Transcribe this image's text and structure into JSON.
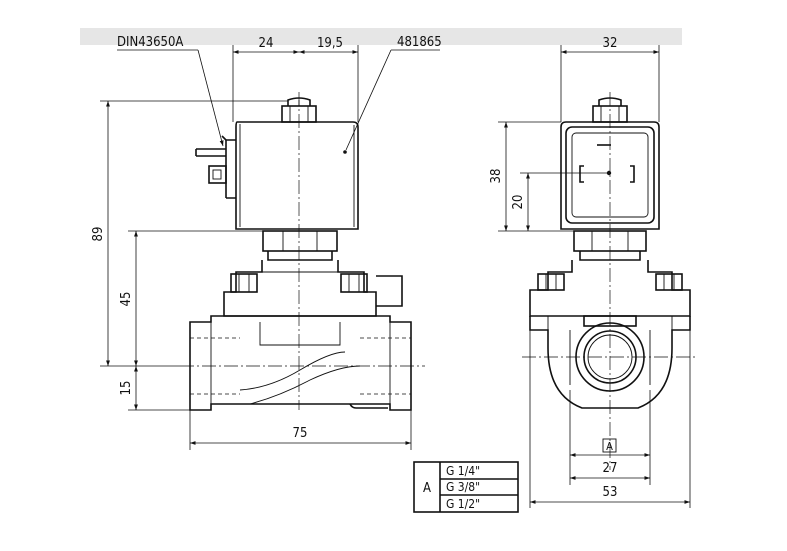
{
  "labels": {
    "connector_standard": "DIN43650A",
    "part_number": "481865"
  },
  "dimensions": {
    "coil_offset_left": "24",
    "coil_offset_right": "19,5",
    "coil_width_side": "32",
    "overall_height": "89",
    "height_to_coil_base": "45",
    "port_center_height": "15",
    "body_length": "75",
    "coil_height_side": "38",
    "coil_center_side": "20",
    "port_size": "27",
    "body_width_side": "53"
  },
  "port_reference": "A",
  "port_table": {
    "key": "A",
    "rows": [
      "G 1/4\"",
      "G 3/8\"",
      "G 1/2\""
    ]
  },
  "colors": {
    "line": "#111111",
    "title_band": "#e6e6e6",
    "background": "#ffffff"
  }
}
